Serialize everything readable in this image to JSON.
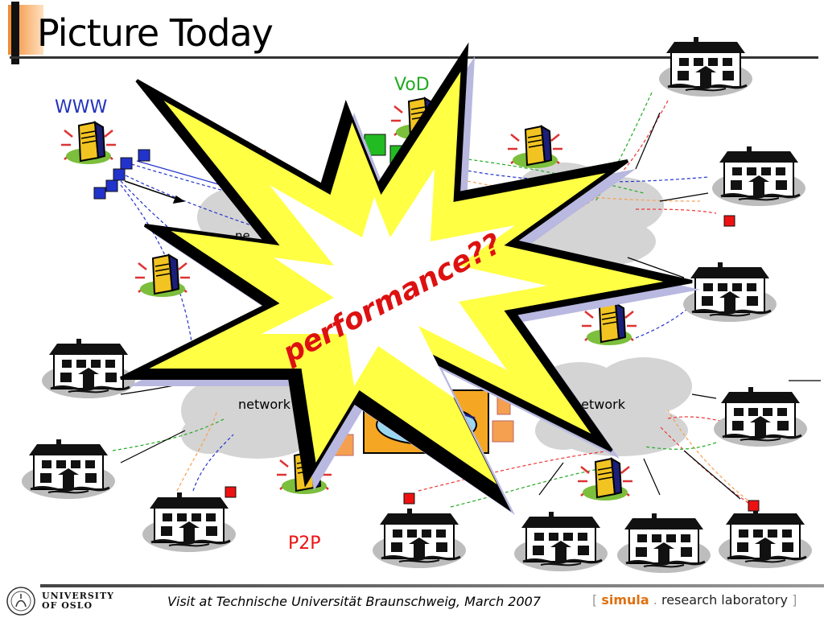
{
  "title": "Picture Today",
  "labels": {
    "www": "WWW",
    "vod": "VoD",
    "p2p": "P2P",
    "network_label": "network",
    "network_partial": "ne",
    "network_partial2": "network",
    "performance": "performance??"
  },
  "footer": {
    "visit_text": "Visit at Technische Universität Braunschweig, March 2007",
    "university_line1": "UNIVERSITY",
    "university_line2": "OF OSLO",
    "simula_open": "[",
    "simula_name": "simula",
    "simula_dot": ".",
    "simula_rest": "research laboratory",
    "simula_close": "]"
  },
  "colors": {
    "www_label": "#2233bb",
    "vod_label": "#22aa22",
    "p2p_label": "#ee1111",
    "performance": "#dd1111",
    "burst_fill": "#ffff44",
    "burst_shadow": "#b8b8e0",
    "cloud": "#d4d4d4",
    "www_packet": "#2233cc",
    "vod_packet": "#22bb22",
    "game_packet": "#f5a050",
    "p2p_packet": "#ee1111"
  }
}
